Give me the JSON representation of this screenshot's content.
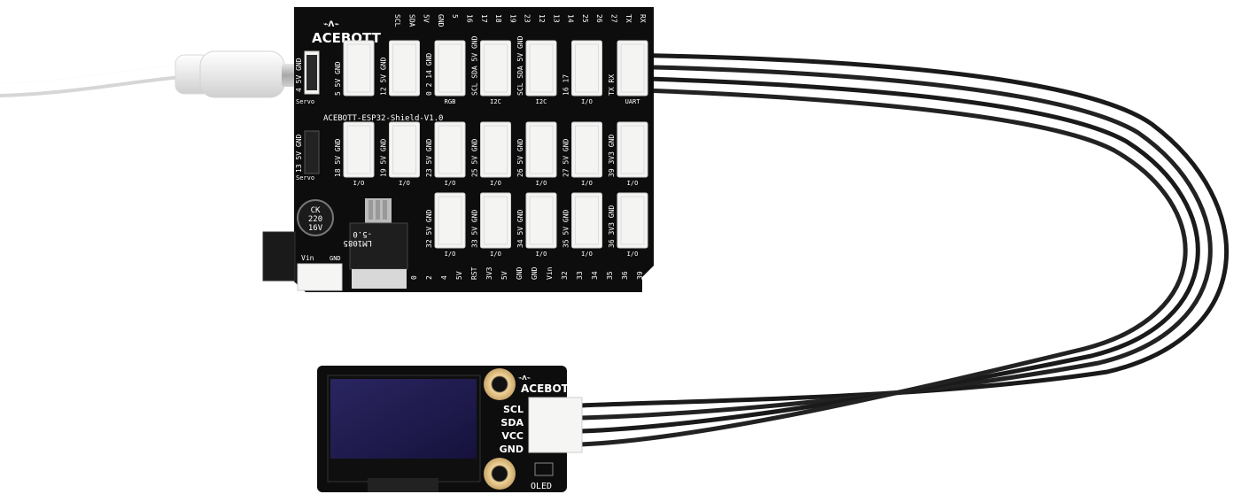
{
  "shield": {
    "brand": "ACEBOTT",
    "model": "ACEBOTT-ESP32-Shield-V1.0",
    "top_pins": [
      "SCL",
      "SDA",
      "5V",
      "GND",
      "5",
      "16",
      "17",
      "18",
      "19",
      "23",
      "12",
      "13",
      "14",
      "25",
      "26",
      "27",
      "TX",
      "RX"
    ],
    "bottom_pins": [
      "0",
      "2",
      "4",
      "5V",
      "RST",
      "3V3",
      "5V",
      "GND",
      "GND",
      "Vin",
      "32",
      "33",
      "34",
      "35",
      "36",
      "39"
    ],
    "row1": [
      {
        "pins": "5 5V GND",
        "label": ""
      },
      {
        "pins": "12 5V GND",
        "label": ""
      },
      {
        "pins": "0 2 14 GND",
        "label": "RGB"
      },
      {
        "pins": "SCL SDA 5V GND",
        "label": "I2C"
      },
      {
        "pins": "SCL SDA 5V GND",
        "label": "I2C"
      },
      {
        "pins": "16 17",
        "label": "I/O"
      },
      {
        "pins": "TX RX",
        "label": "UART"
      }
    ],
    "row2": [
      {
        "pins": "18 5V GND",
        "label": "I/O"
      },
      {
        "pins": "19 5V GND",
        "label": "I/O"
      },
      {
        "pins": "23 5V GND",
        "label": "I/O"
      },
      {
        "pins": "25 5V GND",
        "label": "I/O"
      },
      {
        "pins": "26 5V GND",
        "label": "I/O"
      },
      {
        "pins": "27 5V GND",
        "label": "I/O"
      },
      {
        "pins": "39 3V3 GND",
        "label": "I/O"
      }
    ],
    "row3": [
      {
        "pins": "32 5V GND",
        "label": "I/O"
      },
      {
        "pins": "33 5V GND",
        "label": "I/O"
      },
      {
        "pins": "34 5V GND",
        "label": "I/O"
      },
      {
        "pins": "35 5V GND",
        "label": "I/O"
      },
      {
        "pins": "36 3V3 GND",
        "label": "I/O"
      }
    ],
    "servo_top": {
      "pins": "4 5V GND",
      "label": "Servo"
    },
    "servo_bottom": {
      "pins": "13 5V GND",
      "label": "Servo"
    },
    "capacitor": [
      "CK",
      "220",
      "16V"
    ],
    "regulator": [
      "LM1085",
      "-5.0"
    ],
    "power_labels": [
      "Vin",
      "GND"
    ]
  },
  "oled": {
    "brand": "ACEBOTT",
    "pins": [
      "SCL",
      "SDA",
      "VCC",
      "GND"
    ],
    "label": "OLED"
  }
}
